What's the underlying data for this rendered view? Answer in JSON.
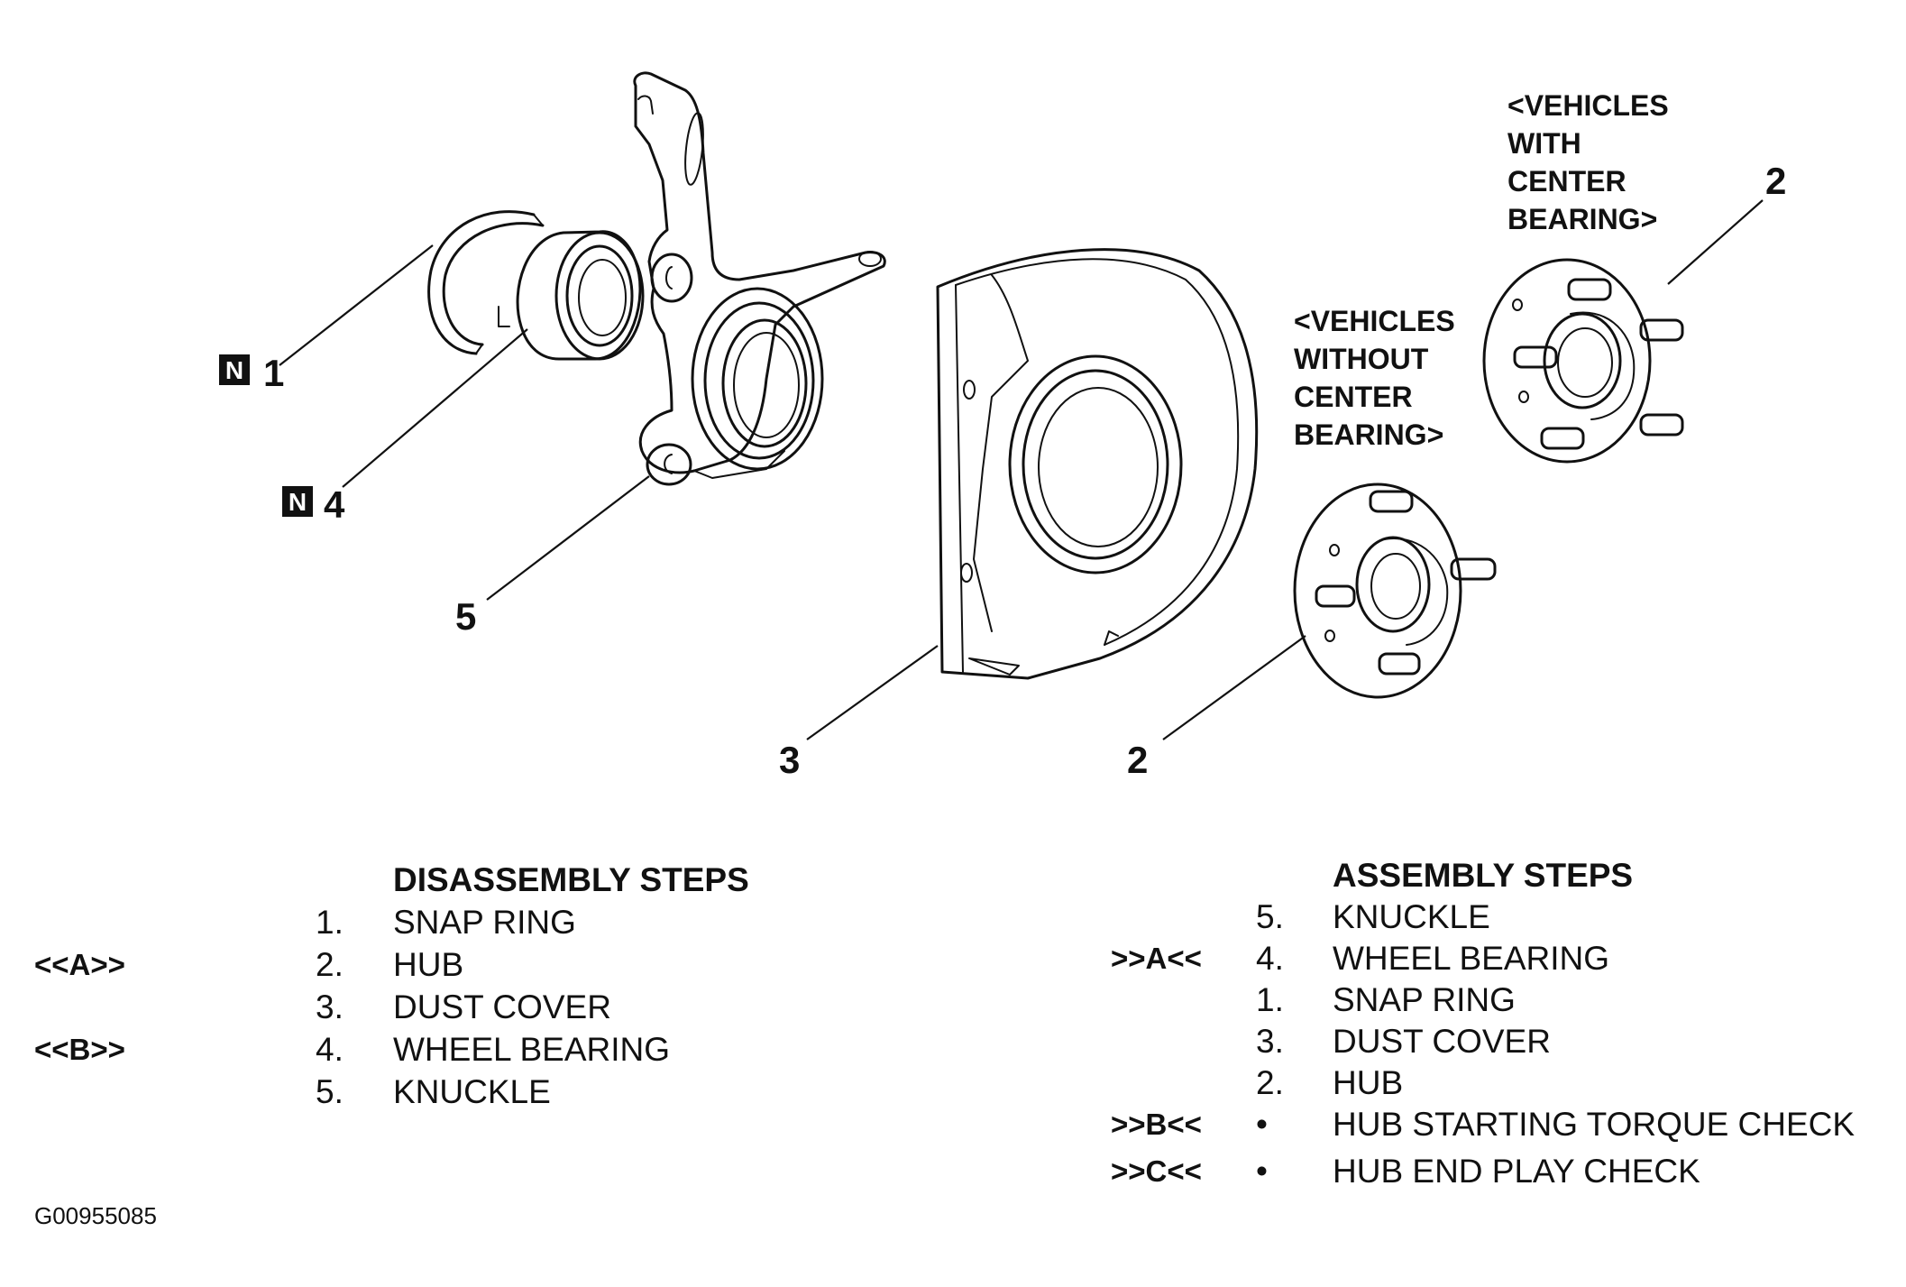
{
  "diagram": {
    "callouts": {
      "snap_ring": "1",
      "wheel_bearing": "4",
      "knuckle": "5",
      "dust_cover": "3",
      "hub_without": "2",
      "hub_with": "2"
    },
    "new_part_marker": "N",
    "variant_with_center_bearing": [
      "<VEHICLES",
      "WITH",
      "CENTER",
      "BEARING>"
    ],
    "variant_without_center_bearing": [
      "<VEHICLES",
      "WITHOUT",
      "CENTER",
      "BEARING>"
    ]
  },
  "disassembly": {
    "title": "DISASSEMBLY STEPS",
    "steps": [
      {
        "mark": "",
        "num": "1.",
        "name": "SNAP RING"
      },
      {
        "mark": "<<A>>",
        "num": "2.",
        "name": "HUB"
      },
      {
        "mark": "",
        "num": "3.",
        "name": "DUST COVER"
      },
      {
        "mark": "<<B>>",
        "num": "4.",
        "name": "WHEEL BEARING"
      },
      {
        "mark": "",
        "num": "5.",
        "name": "KNUCKLE"
      }
    ]
  },
  "assembly": {
    "title": "ASSEMBLY STEPS",
    "steps": [
      {
        "mark": "",
        "num": "5.",
        "name": "KNUCKLE"
      },
      {
        "mark": ">>A<<",
        "num": "4.",
        "name": "WHEEL BEARING"
      },
      {
        "mark": "",
        "num": "1.",
        "name": "SNAP RING"
      },
      {
        "mark": "",
        "num": "3.",
        "name": "DUST COVER"
      },
      {
        "mark": "",
        "num": "2.",
        "name": "HUB"
      },
      {
        "mark": ">>B<<",
        "num": "•",
        "name": "HUB STARTING TORQUE CHECK"
      },
      {
        "mark": ">>C<<",
        "num": "•",
        "name": "HUB END PLAY CHECK"
      }
    ]
  },
  "figure_code": "G00955085"
}
